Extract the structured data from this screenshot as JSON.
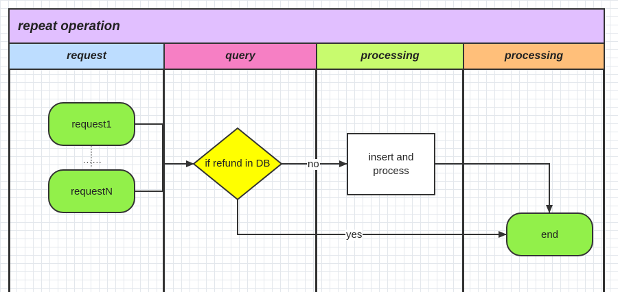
{
  "title": "repeat operation",
  "lanes": [
    {
      "label": "request",
      "color": "#bdddff"
    },
    {
      "label": "query",
      "color": "#f67fc4"
    },
    {
      "label": "processing",
      "color": "#c8fb6e"
    },
    {
      "label": "processing",
      "color": "#ffbf7a"
    }
  ],
  "nodes": {
    "request1": "request1",
    "ellipsis": "......",
    "requestN": "requestN",
    "decision": "if refund in DB",
    "process": "insert and process",
    "end": "end"
  },
  "edges": {
    "no": "no",
    "yes": "yes"
  },
  "colors": {
    "terminal_fill": "#92f04a",
    "decision_fill": "#ffff00",
    "line": "#333333"
  }
}
